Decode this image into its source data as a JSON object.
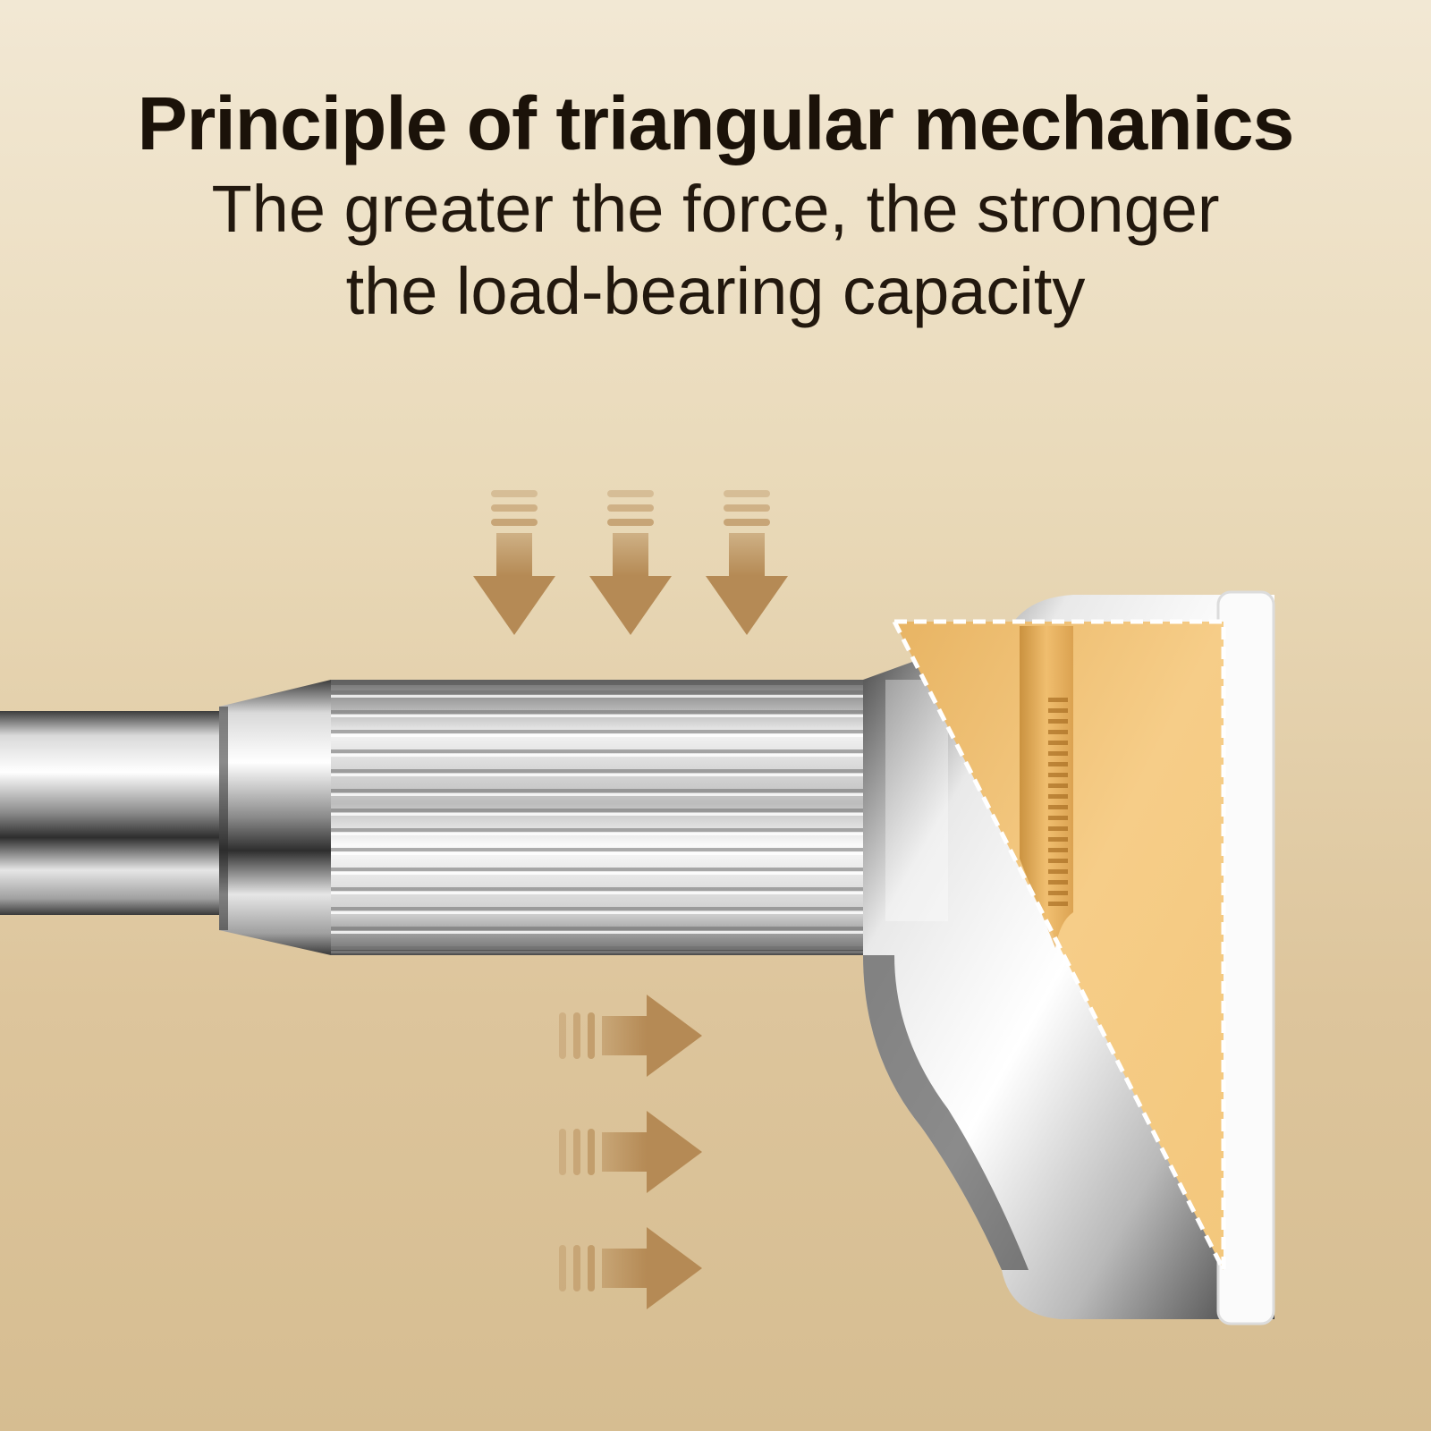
{
  "headline": {
    "title": "Principle of triangular mechanics",
    "subtitle_line1": "The greater the force, the stronger",
    "subtitle_line2": "the load-bearing capacity"
  },
  "illustration": {
    "subject": "tension-rod-end-cap",
    "downward_arrow_count": 3,
    "rightward_arrow_count": 3,
    "colors": {
      "background_top": "#f2e8d4",
      "background_bottom": "#d6bd91",
      "arrow": "#b58a55",
      "gold_wedge": "#f2c77e",
      "chrome_light": "#f4f4f4",
      "chrome_dark": "#4a4a4a"
    }
  }
}
